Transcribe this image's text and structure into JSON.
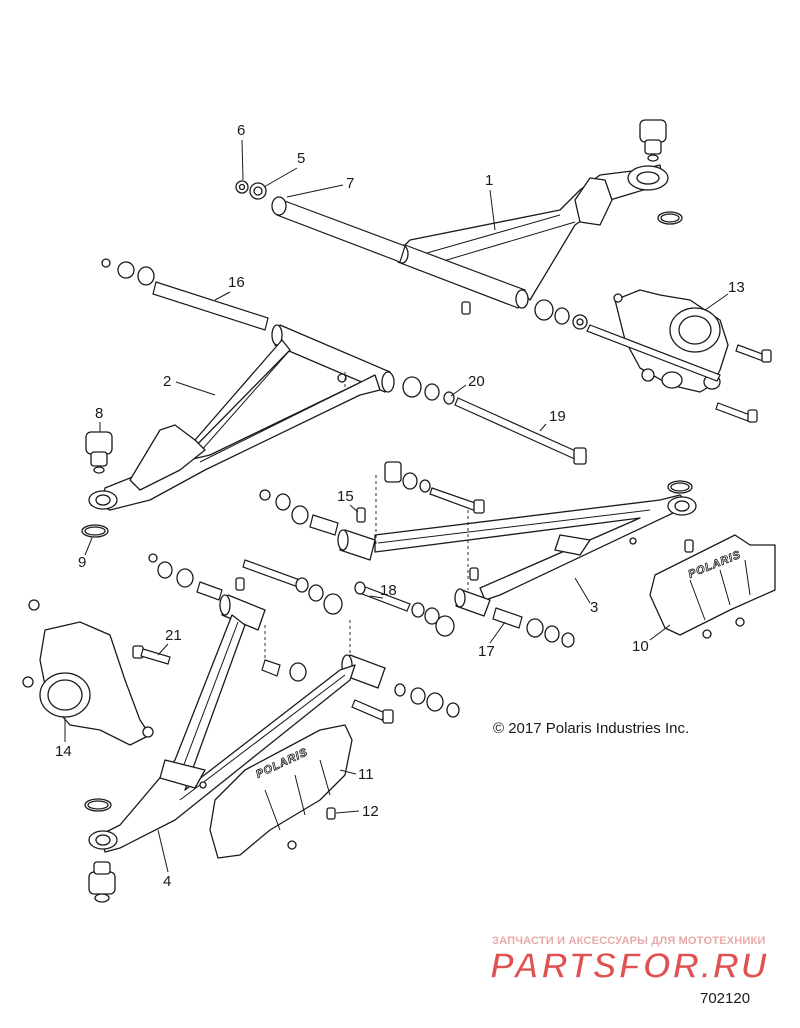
{
  "callouts": {
    "c1": "1",
    "c2": "2",
    "c3": "3",
    "c4": "4",
    "c5": "5",
    "c6": "6",
    "c7": "7",
    "c8": "8",
    "c9": "9",
    "c10": "10",
    "c11": "11",
    "c12": "12",
    "c13": "13",
    "c14": "14",
    "c15": "15",
    "c16": "16",
    "c17": "17",
    "c18": "18",
    "c19": "19",
    "c20": "20",
    "c21": "21"
  },
  "guard_logo_text": "POLARIS",
  "copyright": "© 2017 Polaris Industries Inc.",
  "drawing_number": "702120",
  "watermark": {
    "tagline": "ЗАПЧАСТИ И АКСЕССУАРЫ ДЛЯ МОТОТЕХНИКИ",
    "logo": "PARTSFOR.RU",
    "color": "#e05252"
  }
}
